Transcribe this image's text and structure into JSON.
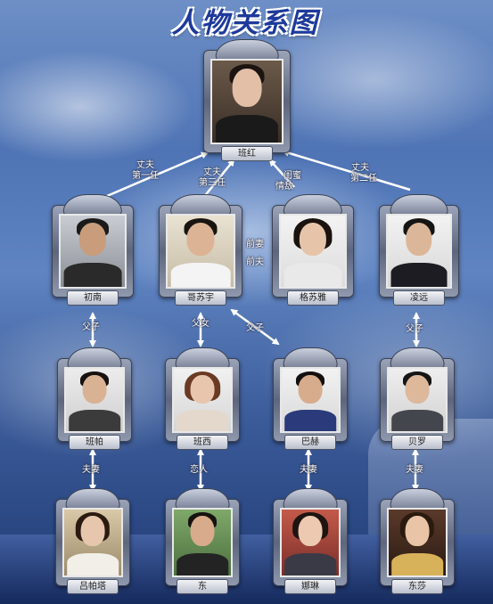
{
  "title": "人物关系图",
  "people": {
    "banhong": "班红",
    "chunan": "初南",
    "gesuyu": "哥苏宇",
    "geshunan": "格苏雅",
    "lingyuan": "凌远",
    "banpa": "班帕",
    "banxi": "班西",
    "bahe": "巴赫",
    "beiluo": "贝罗",
    "lvpata": "吕帕塔",
    "dong": "东",
    "nala": "娜琳",
    "dongsha": "东莎"
  },
  "relations": {
    "chunan_to_banhong": [
      "丈夫",
      "第一任"
    ],
    "gesuyu_to_banhong": [
      "丈夫",
      "第三任"
    ],
    "geshunan_to_banhong": [
      "闺蜜",
      "情敌"
    ],
    "lingyuan_to_banhong": [
      "丈夫",
      "第二任"
    ],
    "gesuyu_geshunan": [
      "前妻",
      "前夫"
    ],
    "chunan_banpa": "父子",
    "gesuyu_banxi": "父女",
    "gesuyu_bahe": "父子",
    "lingyuan_beiluo": "父子",
    "banpa_lvpata": "夫妻",
    "banxi_dong": "恋人",
    "bahe_nala": "夫妻",
    "beiluo_dongsha": "夫妻"
  },
  "colors": {
    "title": "#1d3a9b",
    "connector": "#ffffff",
    "frame": "#5d667c"
  }
}
